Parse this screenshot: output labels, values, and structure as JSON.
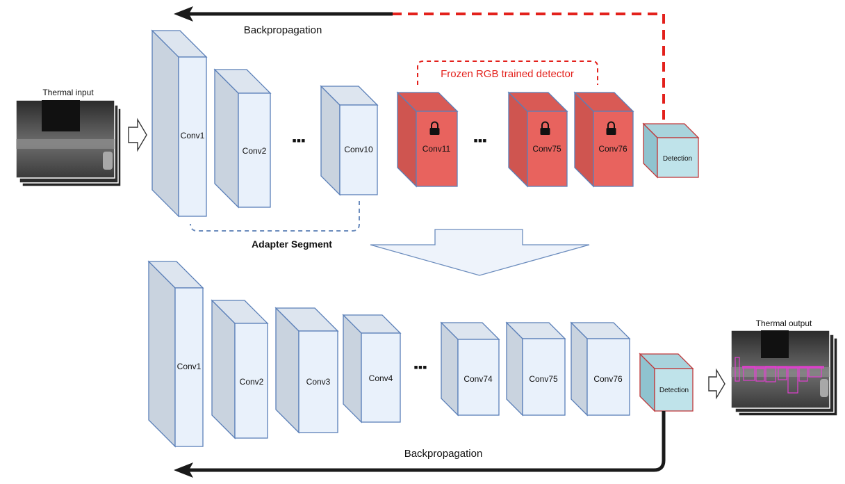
{
  "labels": {
    "thermal_input": "Thermal input",
    "thermal_output": "Thermal output",
    "backprop_top": "Backpropagation",
    "backprop_bottom": "Backpropagation",
    "frozen": "Frozen RGB trained detector",
    "adapter": "Adapter Segment",
    "ellipsis": "▪▪▪"
  },
  "top_row": {
    "blue_layers": [
      {
        "label": "Conv1"
      },
      {
        "label": "Conv2"
      },
      {
        "label": "Conv10"
      }
    ],
    "red_layers": [
      {
        "label": "Conv11"
      },
      {
        "label": "Conv75"
      },
      {
        "label": "Conv76"
      }
    ],
    "detection": "Detection"
  },
  "bottom_row": {
    "layers": [
      {
        "label": "Conv1"
      },
      {
        "label": "Conv2"
      },
      {
        "label": "Conv3"
      },
      {
        "label": "Conv4"
      },
      {
        "label": "Conv74"
      },
      {
        "label": "Conv75"
      },
      {
        "label": "Conv76"
      }
    ],
    "detection": "Detection"
  },
  "colors": {
    "blue_front": "#e9f1fb",
    "blue_side": "#c9d3df",
    "blue_stroke": "#5a7fb8",
    "red_front": "#e8635e",
    "red_side": "#cf5550",
    "red_stroke": "#b8473f",
    "detection_front": "#bfe3ea",
    "detection_side": "#8fc3cf",
    "detection_stroke": "#c0393b",
    "frozen_dash": "#e3211c",
    "adapter_dash": "#6b8cbd",
    "arrow": "#1a1a1a"
  },
  "icons": {
    "lock": "lock-icon",
    "hollow_arrow": "hollow-arrow-icon"
  }
}
